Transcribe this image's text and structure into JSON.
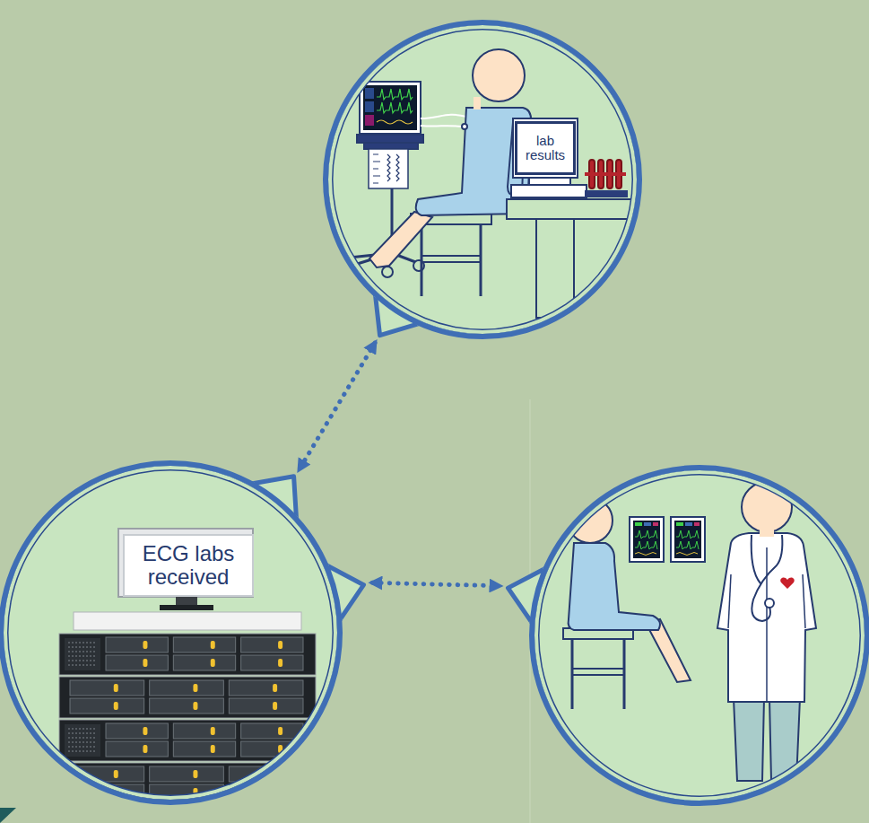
{
  "diagram": {
    "nodes": [
      {
        "text": []
      },
      {
        "text": [
          "lab results"
        ],
        "in": 0
      },
      {
        "text": []
      },
      {
        "text": [
          "ECG labs received"
        ],
        "in": 2
      },
      {
        "text": []
      }
    ],
    "edges": [
      {
        "from": 0,
        "to": 2,
        "arrow": "both"
      },
      {
        "from": 2,
        "to": 4,
        "arrow": "both"
      }
    ]
  }
}
